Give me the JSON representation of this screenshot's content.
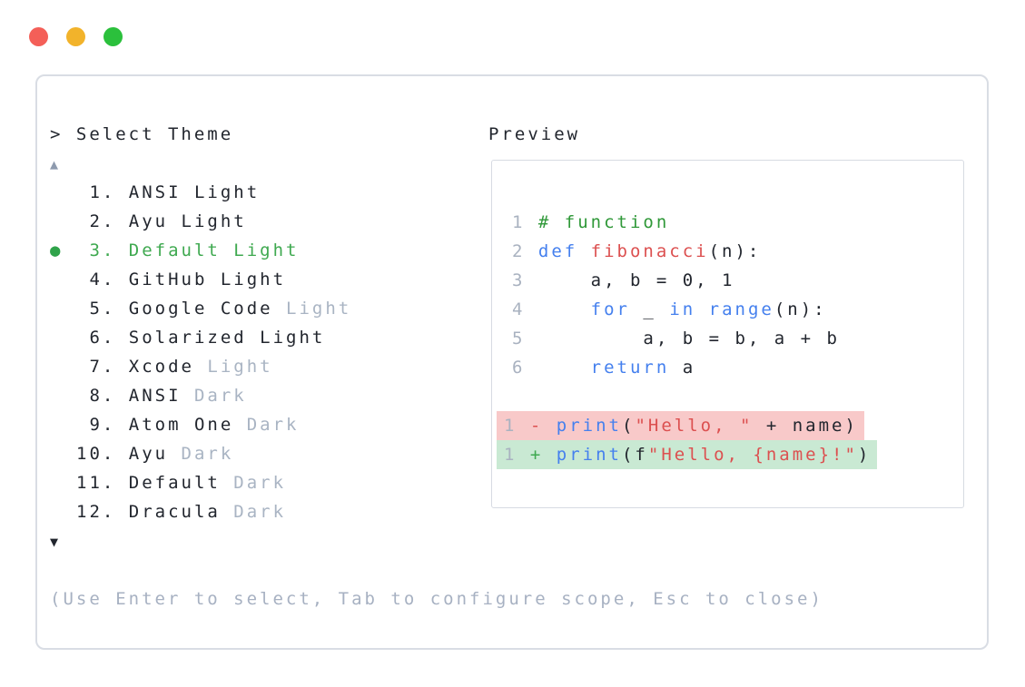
{
  "window": {
    "traffic_lights": [
      {
        "name": "close",
        "color": "#f45f58"
      },
      {
        "name": "minimize",
        "color": "#f2b32b"
      },
      {
        "name": "zoom",
        "color": "#2bc03c"
      }
    ]
  },
  "theme_picker": {
    "prompt": "> Select Theme",
    "scroll_up_icon": "▲",
    "scroll_down_icon": "▼",
    "selected_bullet_icon": "●",
    "selected_index": 3,
    "items": [
      {
        "num": " 1. ",
        "primary": "ANSI Light",
        "secondary": ""
      },
      {
        "num": " 2. ",
        "primary": "Ayu Light",
        "secondary": ""
      },
      {
        "marker": "●",
        "num": " 3. ",
        "primary": "Default Light",
        "secondary": "",
        "selected": true
      },
      {
        "num": " 4. ",
        "primary": "GitHub Light",
        "secondary": ""
      },
      {
        "num": " 5. ",
        "primary": "Google Code",
        "secondary": " Light"
      },
      {
        "num": " 6. ",
        "primary": "Solarized Light",
        "secondary": ""
      },
      {
        "num": " 7. ",
        "primary": "Xcode",
        "secondary": " Light"
      },
      {
        "num": " 8. ",
        "primary": "ANSI",
        "secondary": " Dark"
      },
      {
        "num": " 9. ",
        "primary": "Atom One",
        "secondary": " Dark"
      },
      {
        "num": "10. ",
        "primary": "Ayu",
        "secondary": " Dark"
      },
      {
        "num": "11. ",
        "primary": "Default",
        "secondary": " Dark"
      },
      {
        "num": "12. ",
        "primary": "Dracula",
        "secondary": " Dark"
      }
    ],
    "hint": "(Use Enter to select, Tab to configure scope, Esc to close)"
  },
  "preview": {
    "label": "Preview",
    "code": {
      "line1": {
        "ln": "1 ",
        "comment": "# function"
      },
      "line2": {
        "ln": "2 ",
        "kw": "def ",
        "fn": "fibonacci",
        "rest": "(n):"
      },
      "line3": {
        "ln": "3 ",
        "text": "    a, b = 0, 1"
      },
      "line4": {
        "ln": "4 ",
        "t1": "    ",
        "t2": "for",
        "t3": " _ ",
        "t4": "in",
        "t5": " ",
        "t6": "range",
        "t7": "(n):"
      },
      "line5": {
        "ln": "5 ",
        "text": "        a, b = b, a + b"
      },
      "line6": {
        "ln": "6 ",
        "kw_indent": "    ",
        "kw": "return",
        "rest": " a"
      },
      "diff_del": {
        "ln": "1 ",
        "marker": "- ",
        "kw": "print",
        "open": "(",
        "str": "\"Hello, \"",
        "rest": " + name)"
      },
      "diff_add": {
        "ln": "1 ",
        "marker": "+ ",
        "kw": "print",
        "open": "(f",
        "str": "\"Hello, {name}!\"",
        "rest": ")"
      }
    }
  },
  "colors": {
    "text_primary": "#22262e",
    "text_secondary": "#a9b4c3",
    "selection_green": "#3fa950",
    "keyword_blue": "#4580ee",
    "comment_green": "#2f9838",
    "string_red": "#dc5050",
    "diff_del_bg": "#f8c9c9",
    "diff_add_bg": "#c9e9d3",
    "panel_border": "#d9dde4"
  }
}
